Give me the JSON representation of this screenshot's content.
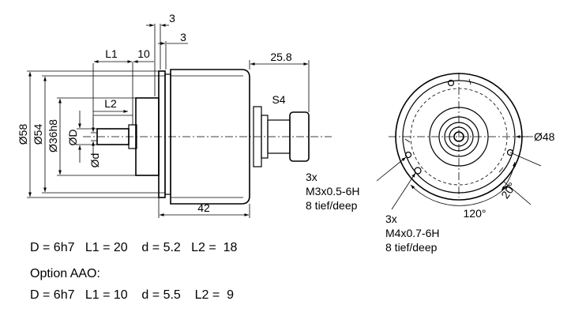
{
  "side_view": {
    "dims": {
      "d58": "Ø58",
      "d54": "Ø54",
      "d36h8": "Ø36h8",
      "dD": "ØD",
      "dd": "Ød",
      "L1": "L1",
      "L2": "L2",
      "ten": "10",
      "three_a": "3",
      "three_b": "3",
      "len_42": "42",
      "len_258": "25.8",
      "s4": "S4"
    }
  },
  "front_view": {
    "d48": "Ø48",
    "angle_120": "120°",
    "angle_20": "20°",
    "hole_m3": [
      "3x",
      "M3x0.5-6H",
      "8 tief/deep"
    ],
    "hole_m4": [
      "3x",
      "M4x0.7-6H",
      "8 tief/deep"
    ]
  },
  "specs": {
    "standard": "D = 6h7   L1 = 20    d = 5.2   L2 =  18",
    "option_title": "Option AAO:",
    "option": "D = 6h7   L1 = 10    d = 5.5    L2 =  9"
  }
}
